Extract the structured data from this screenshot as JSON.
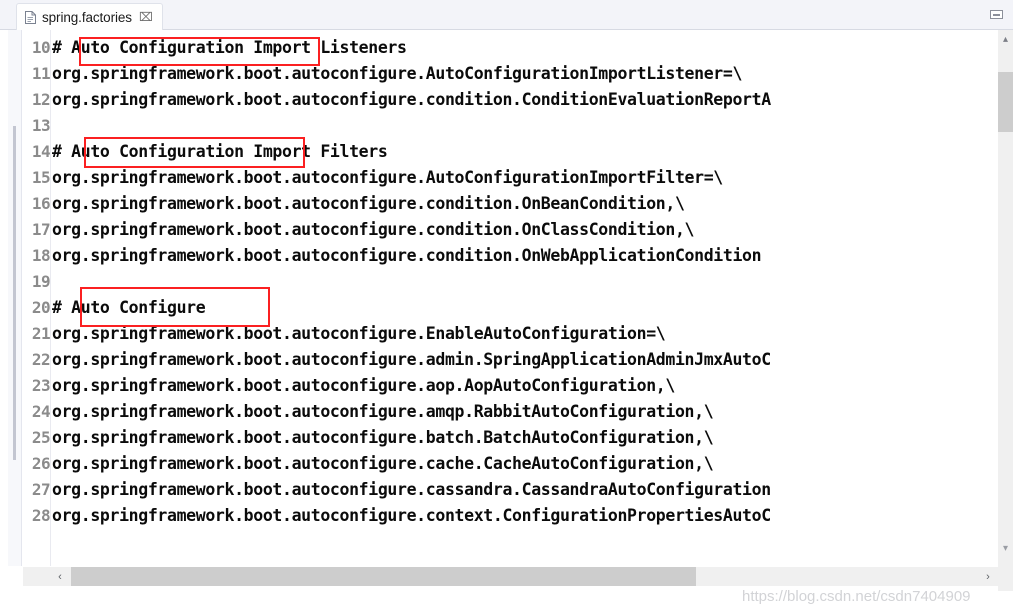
{
  "window": {
    "minimize_label": "minimize"
  },
  "tab": {
    "label": "spring.factories",
    "close_glyph": "⌧",
    "icon": "file-icon"
  },
  "editor": {
    "first_visible_line": 10,
    "last_visible_line": 28,
    "lines": [
      {
        "number": "10",
        "text": "# Auto Configuration Import Listeners"
      },
      {
        "number": "11",
        "text": "org.springframework.boot.autoconfigure.AutoConfigurationImportListener=\\"
      },
      {
        "number": "12",
        "text": "org.springframework.boot.autoconfigure.condition.ConditionEvaluationReportA"
      },
      {
        "number": "13",
        "text": ""
      },
      {
        "number": "14",
        "text": "# Auto Configuration Import Filters"
      },
      {
        "number": "15",
        "text": "org.springframework.boot.autoconfigure.AutoConfigurationImportFilter=\\"
      },
      {
        "number": "16",
        "text": "org.springframework.boot.autoconfigure.condition.OnBeanCondition,\\"
      },
      {
        "number": "17",
        "text": "org.springframework.boot.autoconfigure.condition.OnClassCondition,\\"
      },
      {
        "number": "18",
        "text": "org.springframework.boot.autoconfigure.condition.OnWebApplicationCondition"
      },
      {
        "number": "19",
        "text": ""
      },
      {
        "number": "20",
        "text": "# Auto Configure"
      },
      {
        "number": "21",
        "text": "org.springframework.boot.autoconfigure.EnableAutoConfiguration=\\"
      },
      {
        "number": "22",
        "text": "org.springframework.boot.autoconfigure.admin.SpringApplicationAdminJmxAutoC"
      },
      {
        "number": "23",
        "text": "org.springframework.boot.autoconfigure.aop.AopAutoConfiguration,\\"
      },
      {
        "number": "24",
        "text": "org.springframework.boot.autoconfigure.amqp.RabbitAutoConfiguration,\\"
      },
      {
        "number": "25",
        "text": "org.springframework.boot.autoconfigure.batch.BatchAutoConfiguration,\\"
      },
      {
        "number": "26",
        "text": "org.springframework.boot.autoconfigure.cache.CacheAutoConfiguration,\\"
      },
      {
        "number": "27",
        "text": "org.springframework.boot.autoconfigure.cassandra.CassandraAutoConfiguration"
      },
      {
        "number": "28",
        "text": "org.springframework.boot.autoconfigure.context.ConfigurationPropertiesAutoC"
      }
    ]
  },
  "annotations": {
    "color": "#fb2021",
    "boxes": [
      {
        "label": "Auto Configuration",
        "line": 10
      },
      {
        "label": "Auto Configuration",
        "line": 14
      },
      {
        "label": "Auto Configure",
        "line": 20
      }
    ]
  },
  "scrollbars": {
    "h_left_arrow": "‹",
    "h_right_arrow": "›",
    "v_up_arrow": "▴",
    "v_down_arrow": "▾"
  },
  "watermark": {
    "text": "https://blog.csdn.net/csdn7404909",
    "suffix": "7"
  }
}
